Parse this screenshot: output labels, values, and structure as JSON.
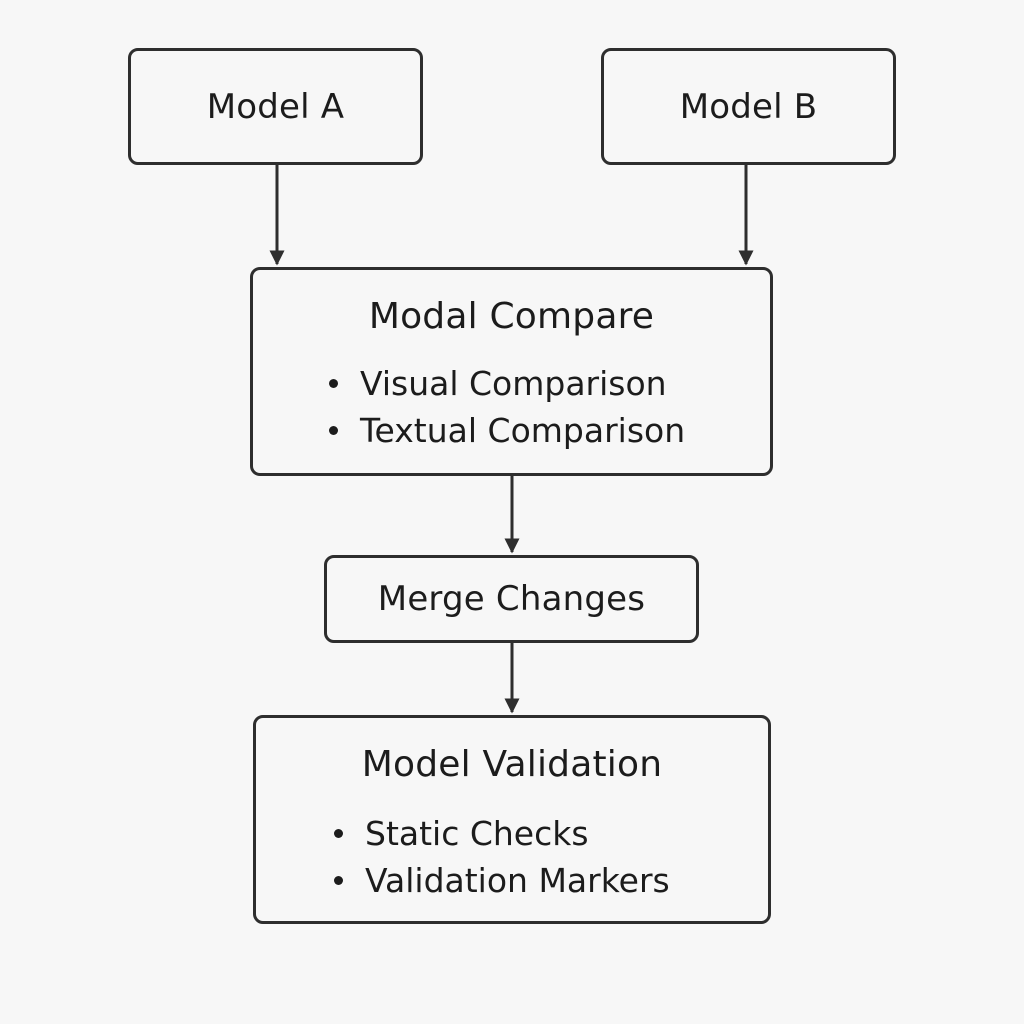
{
  "diagram": {
    "nodes": {
      "model_a": {
        "label": "Model A"
      },
      "model_b": {
        "label": "Model B"
      },
      "compare": {
        "title": "Modal Compare",
        "items": [
          "Visual Comparison",
          "Textual Comparison"
        ]
      },
      "merge": {
        "label": "Merge Changes"
      },
      "validation": {
        "title": "Model Validation",
        "items": [
          "Static Checks",
          "Validation Markers"
        ]
      }
    },
    "edges": [
      {
        "from": "model_a",
        "to": "compare"
      },
      {
        "from": "model_b",
        "to": "compare"
      },
      {
        "from": "compare",
        "to": "merge"
      },
      {
        "from": "merge",
        "to": "validation"
      }
    ],
    "colors": {
      "background": "#f7f7f7",
      "stroke": "#2e2e2e",
      "text": "#1c1c1c"
    }
  }
}
